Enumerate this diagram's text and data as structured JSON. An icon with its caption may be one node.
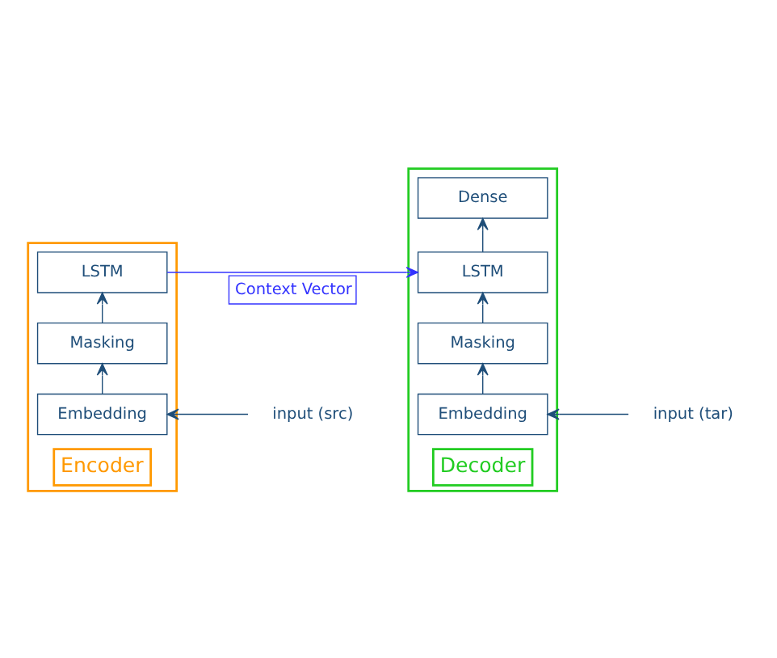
{
  "diagram": {
    "nodes": [
      {
        "text": [
          "Encoder"
        ]
      },
      {
        "text": [
          "LSTM"
        ],
        "in": 0
      },
      {
        "text": [
          "Masking"
        ],
        "in": 0
      },
      {
        "text": [
          "Embedding"
        ],
        "in": 0
      },
      {
        "text": [
          "input (src)"
        ]
      },
      {
        "text": [
          "Decoder"
        ]
      },
      {
        "text": [
          "Dense"
        ],
        "in": 5
      },
      {
        "text": [
          "LSTM"
        ],
        "in": 5
      },
      {
        "text": [
          "Masking"
        ],
        "in": 5
      },
      {
        "text": [
          "Embedding"
        ],
        "in": 5
      },
      {
        "text": [
          "input (tar)"
        ]
      }
    ],
    "edges": [
      {
        "from": 4,
        "to": 3,
        "arrow": "to"
      },
      {
        "from": 3,
        "to": 2,
        "arrow": "to"
      },
      {
        "from": 2,
        "to": 1,
        "arrow": "to"
      },
      {
        "from": 1,
        "to": 7,
        "arrow": "to",
        "label": "Context Vector",
        "color": "#3333ff"
      },
      {
        "from": 10,
        "to": 9,
        "arrow": "to"
      },
      {
        "from": 9,
        "to": 8,
        "arrow": "to"
      },
      {
        "from": 8,
        "to": 7,
        "arrow": "to"
      },
      {
        "from": 7,
        "to": 6,
        "arrow": "to"
      }
    ]
  }
}
